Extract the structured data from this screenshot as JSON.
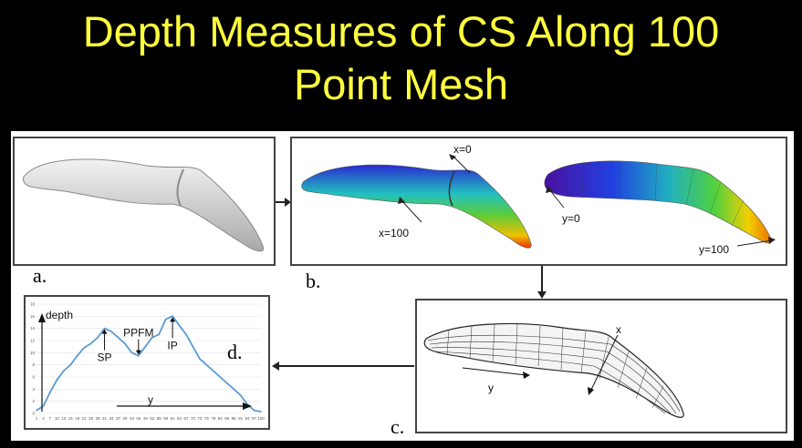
{
  "title_line1": "Depth Measures of CS Along 100",
  "title_line2": "Point Mesh",
  "panel_labels": {
    "a": "a.",
    "b": "b.",
    "c": "c.",
    "d": "d."
  },
  "panel_b": {
    "x0": "x=0",
    "x100": "x=100",
    "y0": "y=0",
    "y100": "y=100"
  },
  "panel_c": {
    "x_label": "x",
    "y_label": "y"
  },
  "colors": {
    "title": "#ffff3c",
    "background": "#000000",
    "curve": "#5b9bd5"
  },
  "chart_data": {
    "type": "line",
    "ylabel": "depth",
    "xlabel": "y",
    "ylim": [
      0,
      18
    ],
    "yticks": [
      0,
      2,
      4,
      6,
      8,
      10,
      12,
      14,
      16,
      18
    ],
    "xticks": [
      "1",
      "4",
      "7",
      "10",
      "13",
      "16",
      "19",
      "22",
      "25",
      "28",
      "31",
      "34",
      "37",
      "40",
      "43",
      "46",
      "49",
      "52",
      "55",
      "58",
      "61",
      "64",
      "67",
      "70",
      "73",
      "76",
      "79",
      "82",
      "85",
      "88",
      "91",
      "94",
      "97",
      "100"
    ],
    "x": [
      1,
      4,
      7,
      10,
      13,
      16,
      19,
      22,
      25,
      28,
      31,
      34,
      37,
      40,
      43,
      46,
      49,
      52,
      55,
      58,
      61,
      64,
      67,
      70,
      73,
      76,
      79,
      82,
      85,
      88,
      91,
      94,
      97,
      100
    ],
    "values": [
      0.5,
      1.2,
      3.5,
      5.5,
      7.0,
      8.0,
      9.5,
      10.8,
      11.5,
      12.5,
      14.0,
      13.5,
      12.5,
      11.5,
      10.0,
      9.5,
      11.0,
      12.5,
      13.0,
      15.5,
      16.0,
      14.5,
      13.0,
      11.0,
      9.0,
      8.0,
      7.0,
      6.0,
      5.0,
      4.0,
      3.0,
      1.5,
      0.5,
      0.3
    ],
    "annotations": [
      {
        "label": "PPFM",
        "x": 46,
        "y": 9.5
      },
      {
        "label": "SP",
        "x": 31,
        "y": 14.0
      },
      {
        "label": "IP",
        "x": 61,
        "y": 16.0
      }
    ]
  }
}
